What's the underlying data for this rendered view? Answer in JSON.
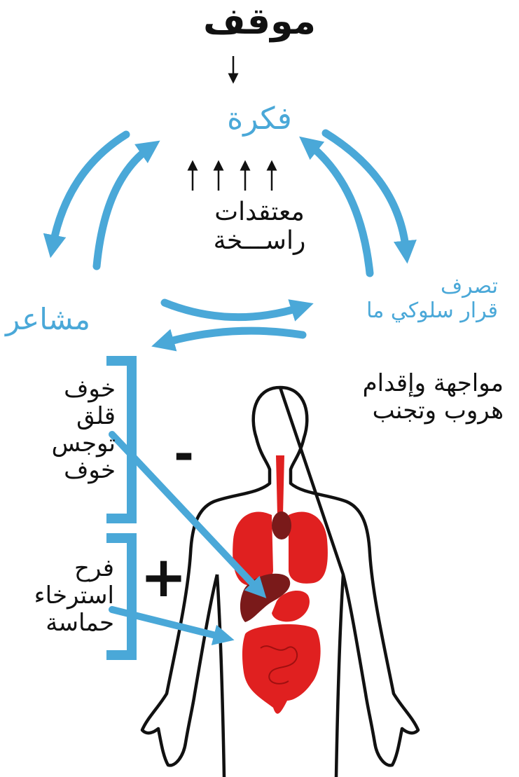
{
  "situation": "موقف",
  "thought": "فكرة",
  "beliefs": [
    "معتقدات",
    "راســـخة"
  ],
  "feelings": "مشاعر",
  "behavior": [
    "تصرف",
    "قرار سلوكي ما"
  ],
  "responses": [
    "مواجهة وإقدام",
    "هروب وتجنب"
  ],
  "negative_group": {
    "sign": "-",
    "emotions": [
      "خوف",
      "قلق",
      "توجس",
      "خوف"
    ]
  },
  "positive_group": {
    "sign": "+",
    "emotions": [
      "فرح",
      "استرخاء",
      "حماسة"
    ]
  },
  "colors": {
    "cycle_arrows": "#4aa8d8",
    "accent_text": "#4aa8d8",
    "organs": "#e02020",
    "dark_organs": "#7a1a1a",
    "text": "#111111"
  }
}
